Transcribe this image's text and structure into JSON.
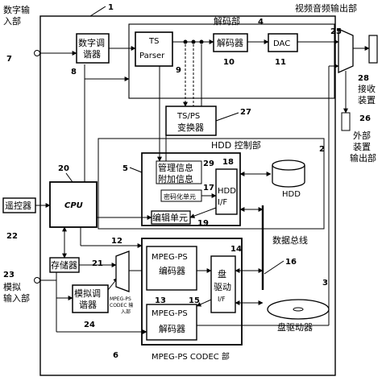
{
  "labels": {
    "digital_input": [
      "数字输",
      "入部"
    ],
    "digital_tuner": [
      "数字调",
      "谐器"
    ],
    "ts_parser": [
      "TS",
      "Parser"
    ],
    "decoder_section": "解码部",
    "decoder": "解码器",
    "dac": "DAC",
    "video_audio_output": "视频音频输出部",
    "receiver": [
      "接收",
      "装置"
    ],
    "external_output": [
      "外部",
      "装置",
      "输出部"
    ],
    "ts_ps_converter": [
      "TS/PS",
      "变换器"
    ],
    "hdd_control": "HDD 控制部",
    "mgmt_info_1": "管理信息",
    "mgmt_info_2": "附加信息",
    "encrypt_unit": "密码化单元",
    "hdd_if": [
      "HDD",
      "I/F"
    ],
    "edit_unit": "编辑单元",
    "hdd": "HDD",
    "cpu": "CPU",
    "remote": "遥控器",
    "memory": "存储器",
    "data_bus": "数据总线",
    "mpeg_encoder": [
      "MPEG-PS",
      "编码器"
    ],
    "disk_if": [
      "盘",
      "驱动",
      "I/F"
    ],
    "mpeg_decoder": [
      "MPEG-PS",
      "解码器"
    ],
    "analog_input": [
      "模拟",
      "输入部"
    ],
    "analog_tuner": [
      "模拟调",
      "谐器"
    ],
    "codec_input": [
      "MPEG-PS",
      "CODEC 输",
      "入部"
    ],
    "disk_drive": "盘驱动器",
    "mpeg_codec": "MPEG-PS CODEC 部"
  },
  "numbers": {
    "n1": "1",
    "n2": "2",
    "n3": "3",
    "n4": "4",
    "n5": "5",
    "n6": "6",
    "n7": "7",
    "n8": "8",
    "n9": "9",
    "n10": "10",
    "n11": "11",
    "n12": "12",
    "n13": "13",
    "n14": "14",
    "n15": "15",
    "n16": "16",
    "n17": "17",
    "n18": "18",
    "n19": "19",
    "n20": "20",
    "n21": "21",
    "n22": "22",
    "n23": "23",
    "n24": "24",
    "n25": "25",
    "n26": "26",
    "n27": "27",
    "n28": "28",
    "n29": "29"
  },
  "colors": {
    "line": "#000000",
    "background": "#ffffff"
  }
}
